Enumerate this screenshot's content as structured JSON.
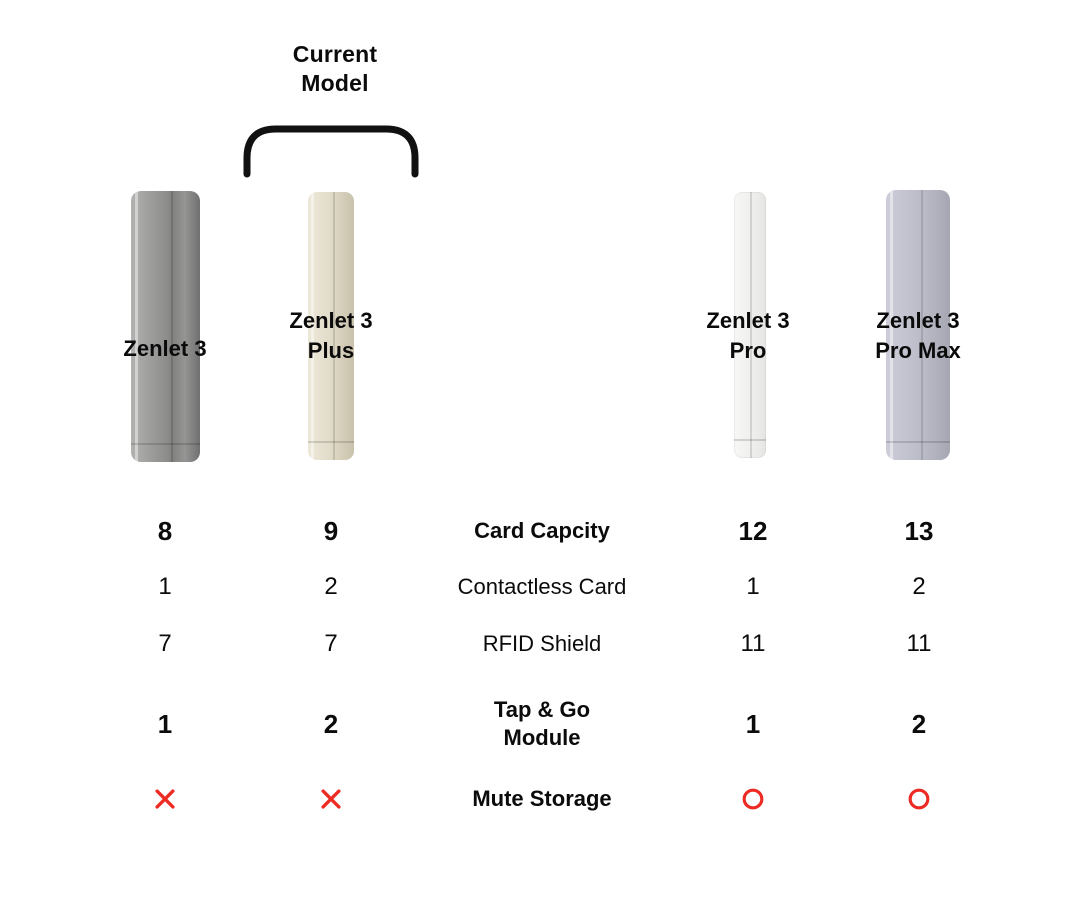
{
  "annotation": {
    "current_model_label": "Current\nModel"
  },
  "products": [
    {
      "name": "Zenlet 3",
      "display_name": "Zenlet 3",
      "body_color": "#8f8f8e"
    },
    {
      "name": "Zenlet 3 Plus",
      "display_name": "Zenlet 3\nPlus",
      "body_color": "#e0dac8"
    },
    {
      "name": "Zenlet 3 Pro",
      "display_name": "Zenlet 3\nPro",
      "body_color": "#f0f0ee"
    },
    {
      "name": "Zenlet 3 Pro Max",
      "display_name": "Zenlet 3\nPro Max",
      "body_color": "#bebfcb"
    }
  ],
  "table": {
    "rows": [
      {
        "label": "Card Capcity",
        "style": "bold",
        "values": [
          "8",
          "9",
          "12",
          "13"
        ]
      },
      {
        "label": "Contactless Card",
        "style": "regular",
        "values": [
          "1",
          "2",
          "1",
          "2"
        ]
      },
      {
        "label": "RFID Shield",
        "style": "regular",
        "values": [
          "7",
          "7",
          "11",
          "11"
        ]
      },
      {
        "label": "Tap & Go\nModule",
        "style": "bold",
        "values": [
          "1",
          "2",
          "1",
          "2"
        ]
      },
      {
        "label": "Mute Storage",
        "style": "bold",
        "values": [
          "cross",
          "cross",
          "circle",
          "circle"
        ]
      }
    ]
  },
  "colors": {
    "status_red": "#ee2b23",
    "text": "#0b0b0b",
    "brace": "#111111"
  },
  "chart_data": {
    "type": "table",
    "title": "Zenlet 3 series comparison",
    "columns": [
      "Zenlet 3",
      "Zenlet 3 Plus",
      "Zenlet 3 Pro",
      "Zenlet 3 Pro Max"
    ],
    "rows": [
      {
        "label": "Card Capcity",
        "values": [
          8,
          9,
          12,
          13
        ]
      },
      {
        "label": "Contactless Card",
        "values": [
          1,
          2,
          1,
          2
        ]
      },
      {
        "label": "RFID Shield",
        "values": [
          7,
          7,
          11,
          11
        ]
      },
      {
        "label": "Tap & Go Module",
        "values": [
          1,
          2,
          1,
          2
        ]
      },
      {
        "label": "Mute Storage",
        "values": [
          "no",
          "no",
          "yes",
          "yes"
        ]
      }
    ],
    "annotations": [
      {
        "text": "Current Model",
        "target_column": "Zenlet 3 Plus"
      }
    ]
  }
}
